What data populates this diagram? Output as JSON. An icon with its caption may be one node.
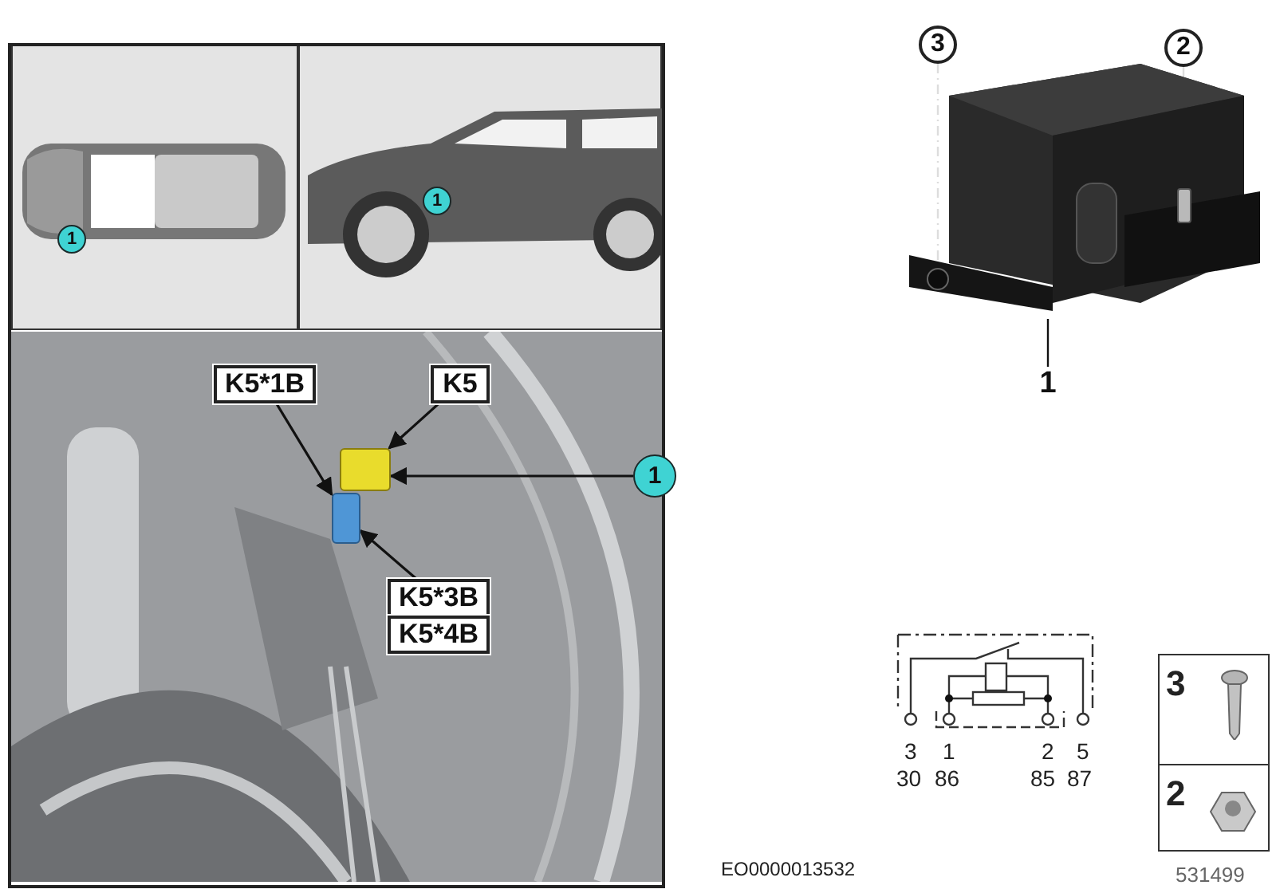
{
  "diagram": {
    "nodes": [
      {
        "text": [
          "1"
        ]
      },
      {
        "text": [
          "1"
        ]
      },
      {
        "text": [
          "K5*1B"
        ]
      },
      {
        "text": [
          "K5"
        ]
      },
      {
        "text": [
          "K5*3B"
        ]
      },
      {
        "text": [
          "K5*4B"
        ]
      },
      {
        "text": [
          "1"
        ]
      },
      {
        "text": [],
        "shape": "box"
      },
      {
        "text": [],
        "shape": "box"
      },
      {
        "text": [
          "3"
        ]
      },
      {
        "text": [
          "2"
        ]
      },
      {
        "text": [
          "1"
        ]
      },
      {
        "text": [],
        "shape": "picture"
      },
      {
        "text": [],
        "shape": "circle"
      },
      {
        "text": [],
        "shape": "bar",
        "in": 12
      }
    ],
    "edges": [
      {
        "from": 2,
        "to": 8,
        "arrow": "to"
      },
      {
        "from": 3,
        "to": 7,
        "arrow": "to"
      },
      {
        "from": 4,
        "to": 8,
        "arrow": "to"
      },
      {
        "from": 6,
        "to": 7,
        "arrow": "to"
      },
      {
        "from": 9,
        "to": 13,
        "arrow": "none",
        "style": "dashed",
        "color": "#dddddd"
      },
      {
        "from": 10,
        "to": 14,
        "arrow": "none",
        "style": "dashed",
        "color": "#dddddd"
      },
      {
        "from": 11,
        "to": 12,
        "arrow": "none"
      }
    ],
    "labels": [
      "3",
      "1",
      "2",
      "5",
      "30",
      "86",
      "85",
      "87",
      "3",
      "2",
      "EO0000013532",
      "531499"
    ]
  }
}
